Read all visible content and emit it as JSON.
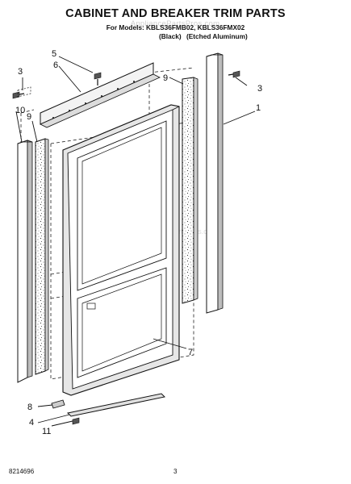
{
  "header": {
    "title": "CABINET AND BREAKER TRIM PARTS",
    "models": "For Models: KBLS36FMB02, KBLS36FMX02",
    "finish_a": "(Black)",
    "finish_b": "(Etched Aluminum)"
  },
  "watermark": "AppliancePartsPros.com",
  "callouts": [
    {
      "id": "1",
      "part": "side-trim-right"
    },
    {
      "id": "3",
      "part": "screw-left"
    },
    {
      "id": "3",
      "part": "screw-right"
    },
    {
      "id": "4",
      "part": "bottom-trim"
    },
    {
      "id": "5",
      "part": "screw-top"
    },
    {
      "id": "6",
      "part": "top-trim"
    },
    {
      "id": "7",
      "part": "door-frame"
    },
    {
      "id": "8",
      "part": "bracket"
    },
    {
      "id": "9",
      "part": "filler-strip-left"
    },
    {
      "id": "9",
      "part": "filler-strip-right"
    },
    {
      "id": "10",
      "part": "side-trim-left"
    },
    {
      "id": "11",
      "part": "screw-bottom"
    }
  ],
  "footer": {
    "doc_number": "8214696",
    "page_number": "3"
  }
}
